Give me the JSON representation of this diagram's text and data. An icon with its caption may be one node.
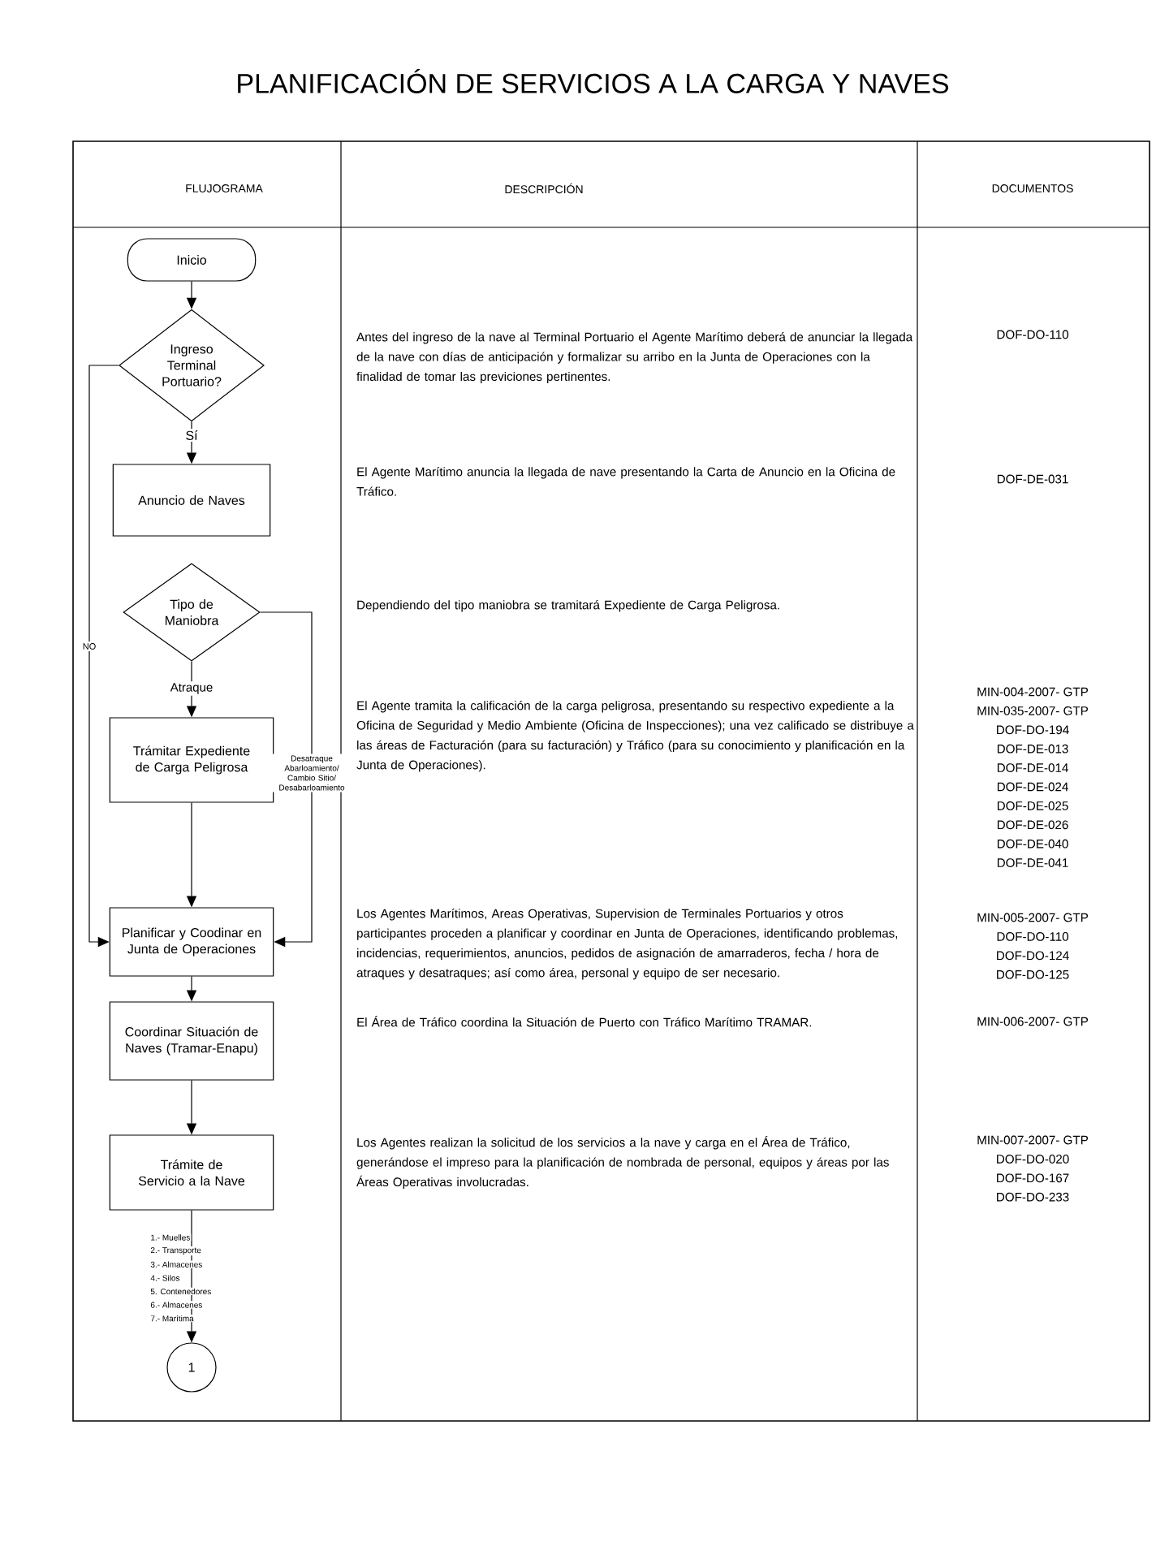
{
  "diagram": {
    "title": "PLANIFICACIÓN DE SERVICIOS A LA CARGA Y NAVES",
    "nodes": [
      {
        "text": [
          "Inicio"
        ]
      },
      {
        "text": [
          "Ingreso Terminal Portuario?"
        ]
      },
      {
        "text": [
          "Anuncio de Naves"
        ]
      },
      {
        "text": [
          "Tipo de Maniobra"
        ]
      },
      {
        "text": [
          "Trámitar Expediente de Carga Peligrosa"
        ]
      },
      {
        "text": [
          "Planificar y Coodinar en Junta de Operaciones"
        ]
      },
      {
        "text": [
          "Coordinar Situación de Naves (Tramar-Enapu)"
        ]
      },
      {
        "text": [
          "Trámite de Servicio a la Nave"
        ]
      },
      {
        "text": [
          "1"
        ]
      }
    ],
    "edges": [
      {
        "from": 0,
        "to": 1,
        "arrow": "to"
      },
      {
        "from": 1,
        "to": 2,
        "arrow": "to",
        "label": "Sí"
      },
      {
        "from": 1,
        "to": 5,
        "arrow": "to",
        "label": "NO"
      },
      {
        "from": 3,
        "to": 4,
        "arrow": "to",
        "label": "Atraque"
      },
      {
        "from": 3,
        "to": 5,
        "arrow": "to",
        "label": "Desatraque Abarloamiento/ Cambio Sitio/ Desabarloamiento"
      },
      {
        "from": 4,
        "to": 5,
        "arrow": "to"
      },
      {
        "from": 5,
        "to": 6,
        "arrow": "to"
      },
      {
        "from": 6,
        "to": 7,
        "arrow": "to"
      },
      {
        "from": 7,
        "to": 8,
        "arrow": "to"
      }
    ],
    "labels": [
      "FLUJOGRAMA",
      "DESCRIPCIÓN",
      "DOCUMENTOS",
      "Antes del ingreso de la nave al Terminal Portuario el Agente Marítimo deberá de anunciar la llegada de la nave con días de anticipación y formalizar su arribo en la Junta de Operaciones con la finalidad de tomar las previciones pertinentes.",
      "DOF-DO-110",
      "El Agente Marítimo anuncia la llegada de nave presentando la Carta de Anuncio en la Oficina de Tráfico.",
      "DOF-DE-031",
      "Dependiendo del tipo maniobra se tramitará Expediente de Carga Peligrosa.",
      "El Agente tramita la calificación de la carga peligrosa, presentando su respectivo expediente a la Oficina de Seguridad y Medio Ambiente (Oficina de Inspecciones); una vez calificado se distribuye a las áreas de Facturación (para su facturación) y Tráfico (para su conocimiento y planificación en la Junta de Operaciones).",
      "MIN-004-2007- GTP",
      "MIN-035-2007- GTP",
      "DOF-DO-194",
      "DOF-DE-013",
      "DOF-DE-014",
      "DOF-DE-024",
      "DOF-DE-025",
      "DOF-DE-026",
      "DOF-DE-040",
      "DOF-DE-041",
      "Los Agentes Marítimos, Areas Operativas, Supervision de Terminales Portuarios y otros participantes proceden a planificar y coordinar en Junta de Operaciones, identificando problemas, incidencias, requerimientos, anuncios, pedidos de asignación de amarraderos, fecha / hora de atraques y desatraques; así como área, personal y equipo de ser necesario.",
      "MIN-005-2007- GTP",
      "DOF-DO-110",
      "DOF-DO-124",
      "DOF-DO-125",
      "El Área de Tráfico coordina la Situación de Puerto con Tráfico Marítimo TRAMAR.",
      "MIN-006-2007- GTP",
      "Los Agentes realizan la solicitud de los servicios a la nave y carga en el Área de Tráfico, generándose el impreso para la planificación de nombrada de personal, equipos y áreas por las Áreas Operativas involucradas.",
      "MIN-007-2007- GTP",
      "DOF-DO-020",
      "DOF-DO-167",
      "DOF-DO-233",
      "1.- Muelles",
      "2.- Transporte",
      "3.- Almacenes",
      "4.- Silos",
      "5. Contenedores",
      "6.- Almacenes",
      "7.- Marítima"
    ]
  }
}
